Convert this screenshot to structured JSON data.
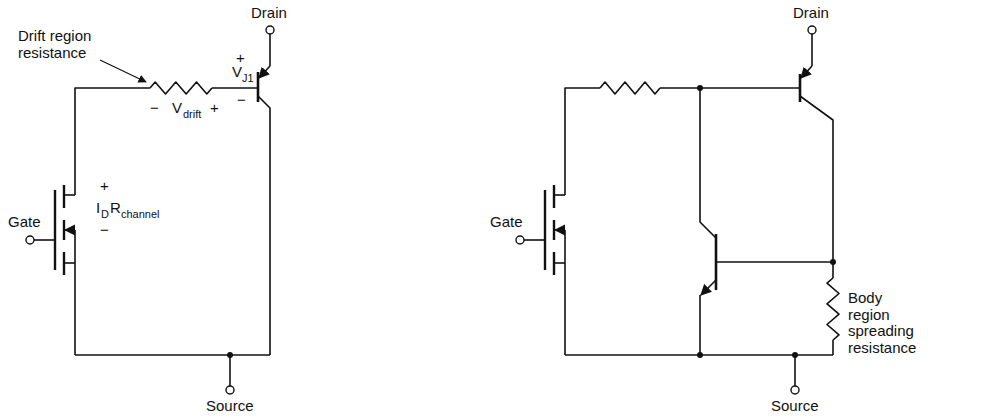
{
  "diagram": {
    "labels": [
      "Drain",
      "Drift region resistance",
      "+",
      "V",
      "J1",
      "−",
      "−",
      "V",
      "drift",
      "+",
      "Gate",
      "+",
      "I",
      "D",
      "R",
      "channel",
      "−",
      "Source",
      "Drain",
      "Gate",
      "Body region spreading resistance",
      "Source"
    ]
  }
}
